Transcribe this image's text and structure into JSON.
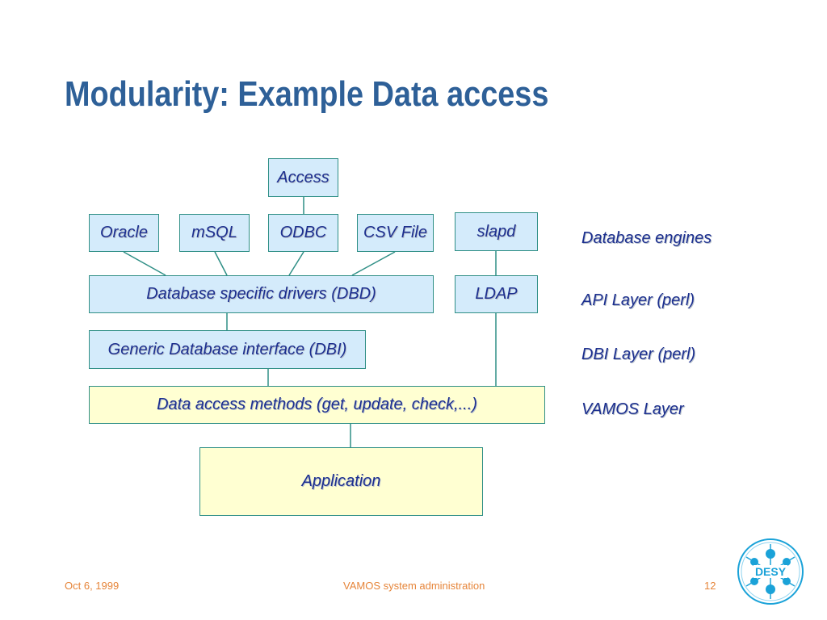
{
  "title": "Modularity: Example Data access",
  "diagram": {
    "top": {
      "access": "Access"
    },
    "engines": [
      "Oracle",
      "mSQL",
      "ODBC",
      "CSV File"
    ],
    "slapd": "slapd",
    "dbd": "Database specific drivers (DBD)",
    "ldap": "LDAP",
    "dbi": "Generic Database interface (DBI)",
    "methods": "Data access methods (get, update, check,...)",
    "application": "Application"
  },
  "layers": {
    "engines": "Database engines",
    "api": "API Layer (perl)",
    "dbi": "DBI Layer (perl)",
    "vamos": "VAMOS Layer"
  },
  "footer": {
    "date": "Oct 6, 1999",
    "center": "VAMOS system administration",
    "page": "12"
  },
  "logo": {
    "text": "DESY"
  },
  "colors": {
    "title": "#2e6098",
    "box_border": "#2f8f86",
    "box_blue": "#d4ebfb",
    "box_yellow": "#ffffd2",
    "text": "#1c2f8f",
    "footer": "#e6853a"
  }
}
